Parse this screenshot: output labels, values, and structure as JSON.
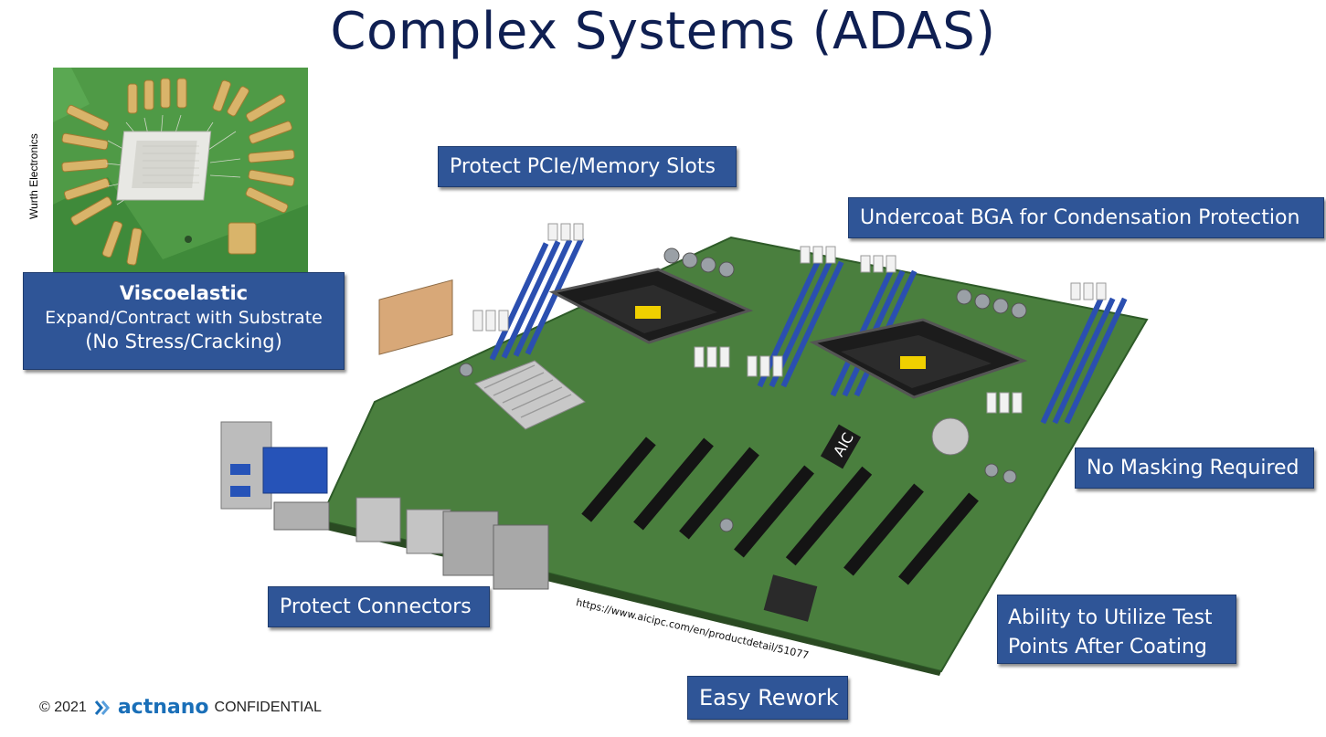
{
  "slide": {
    "title": "Complex Systems (ADAS)",
    "image_credit": "Wurth Electronics",
    "url_caption": "https://www.aicipc.com/en/productdetail/51077",
    "board_logo": "AIC"
  },
  "callouts": {
    "pcie": "Protect PCIe/Memory Slots",
    "bga": "Undercoat BGA for Condensation Protection",
    "viscoelastic_title": "Viscoelastic",
    "viscoelastic_line1": "Expand/Contract with Substrate",
    "viscoelastic_line2": "(No Stress/Cracking)",
    "no_masking": "No Masking Required",
    "connectors": "Protect Connectors",
    "test_points_line1": "Ability to Utilize Test",
    "test_points_line2": "Points After Coating",
    "rework": "Easy Rework"
  },
  "footer": {
    "copyright": "© 2021",
    "brand": "actnano",
    "confidential": "CONFIDENTIAL"
  },
  "colors": {
    "title": "#0f1f52",
    "callout_fill": "#2f5597",
    "brand": "#1a6fb8",
    "pcb_green": "#3f7a3a"
  },
  "icons": [
    "actnano-logo-icon"
  ]
}
